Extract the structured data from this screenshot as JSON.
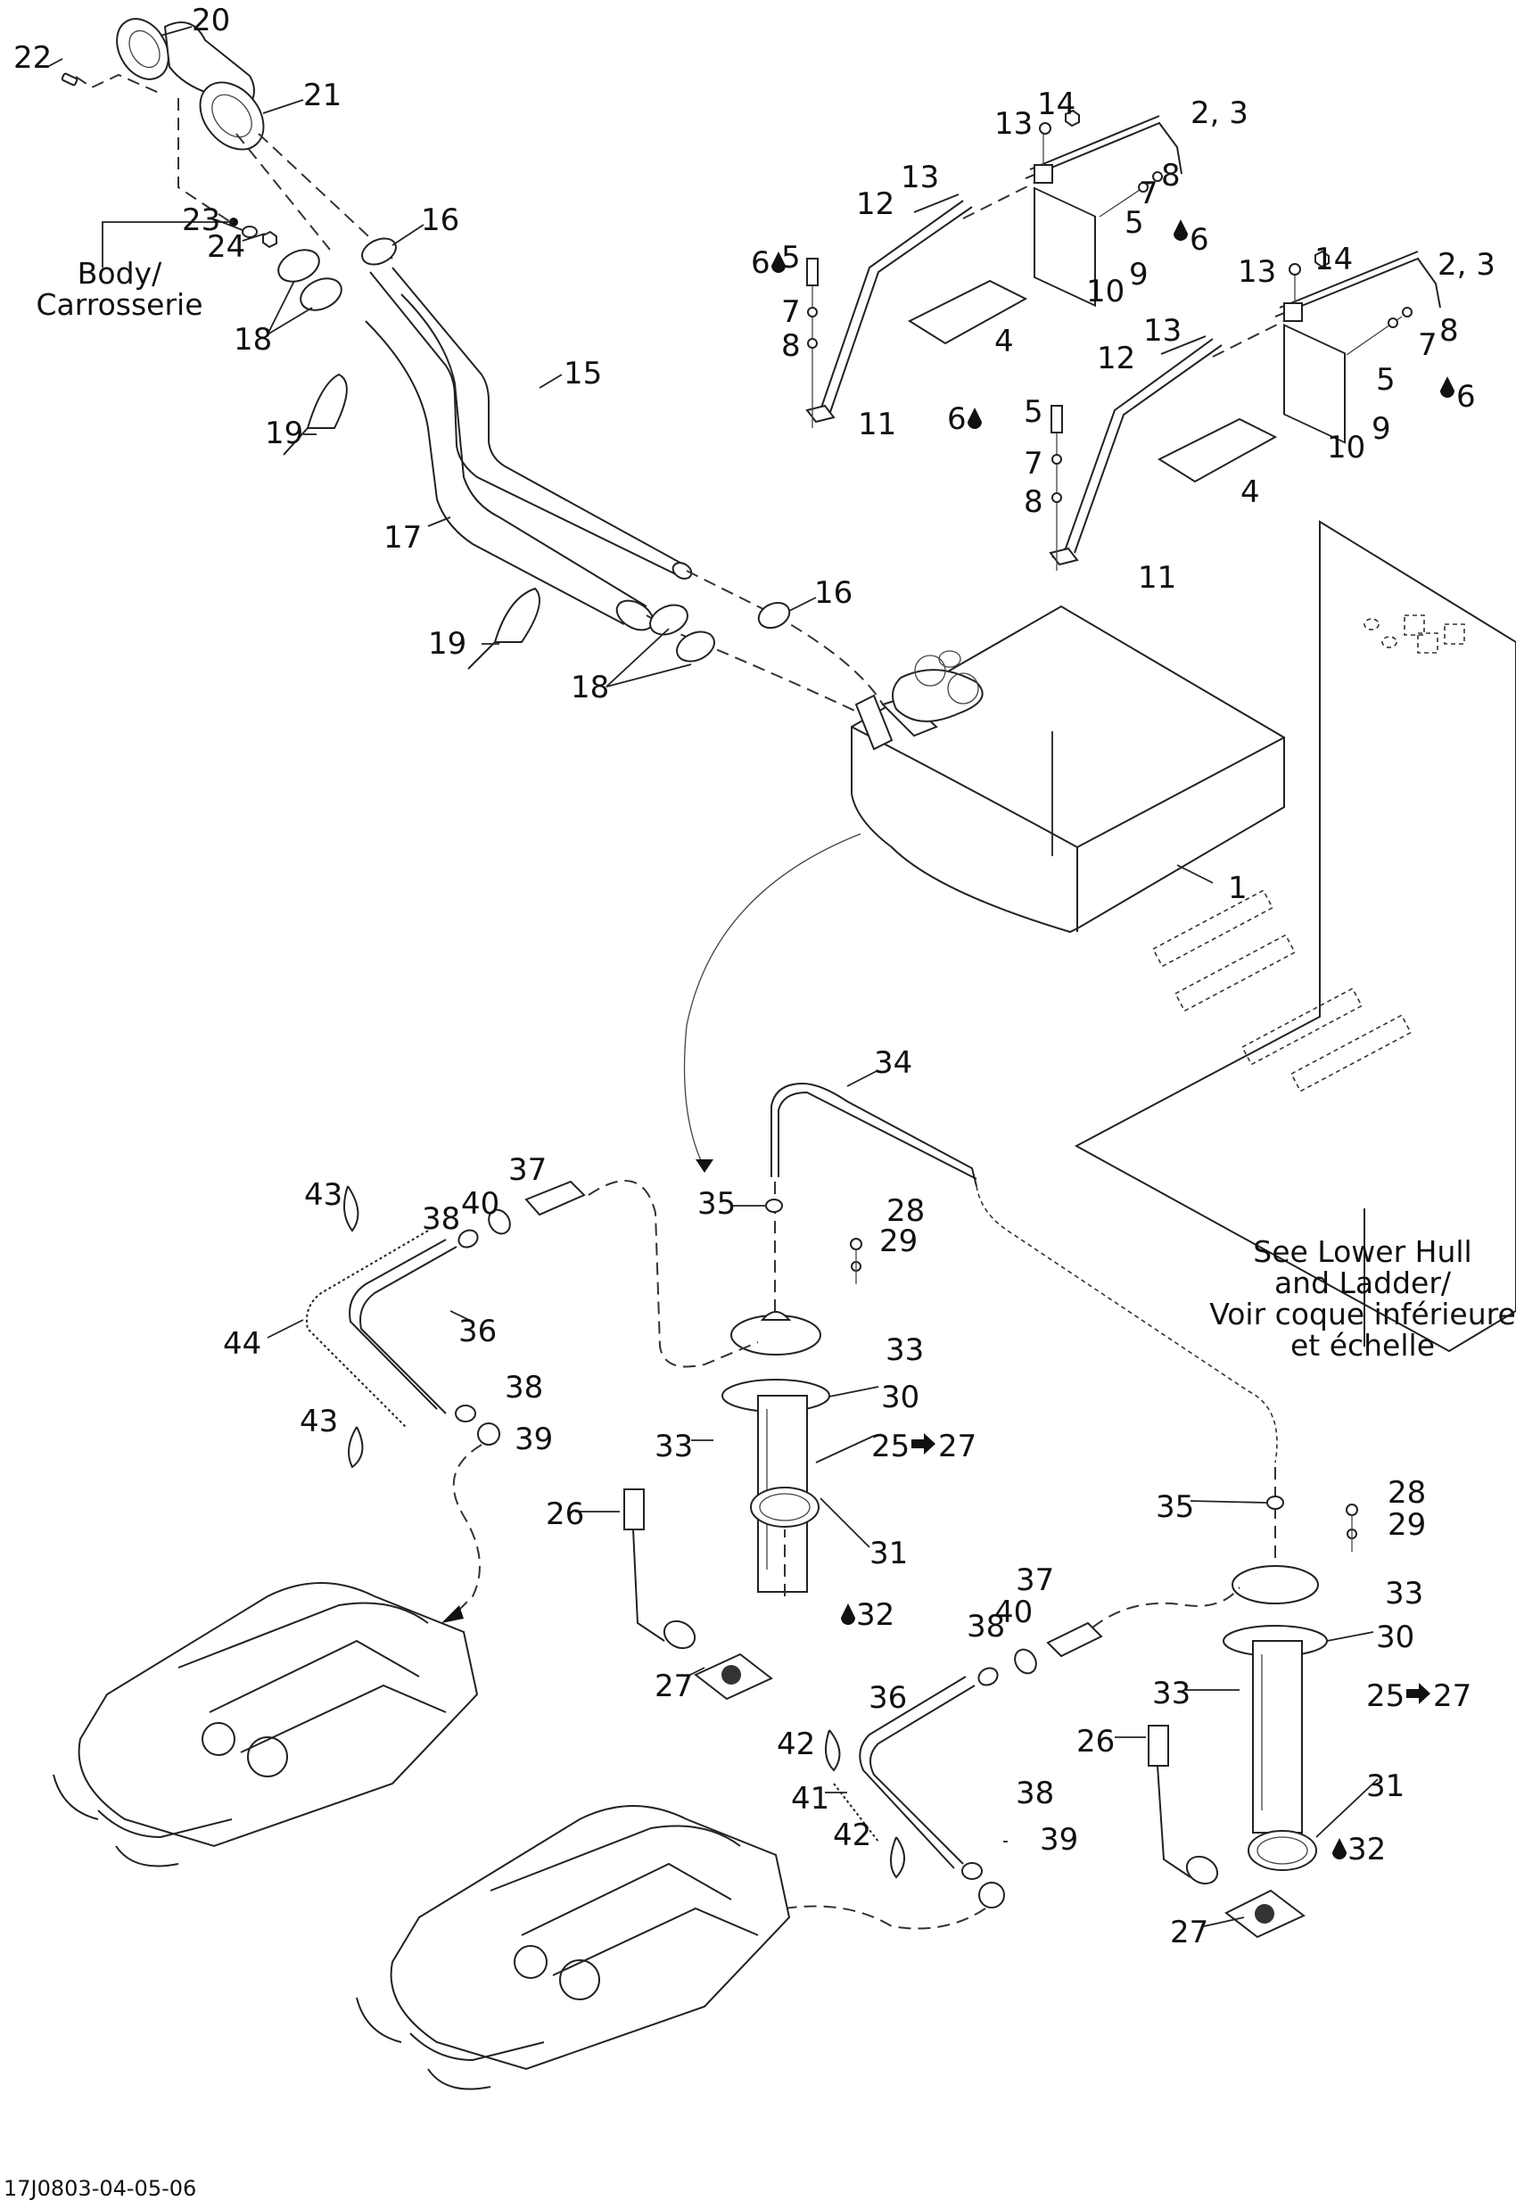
{
  "diagram": {
    "title": "Fuel system exploded parts diagram",
    "figure_code": "17J0803-04-05-06",
    "notes": {
      "body_en": "Body/",
      "body_fr": "Carrosserie",
      "hull_line1": "See Lower Hull",
      "hull_line2": "and Ladder/",
      "hull_line3": "Voir coque inférieure",
      "hull_line4": "et échelle"
    },
    "icons": {
      "drop": "lubricant-drop-icon",
      "arrow": "right-arrow-icon"
    },
    "callouts": [
      {
        "id": "c20",
        "text": "20"
      },
      {
        "id": "c22",
        "text": "22"
      },
      {
        "id": "c21",
        "text": "21"
      },
      {
        "id": "c23",
        "text": "23"
      },
      {
        "id": "c24",
        "text": "24"
      },
      {
        "id": "c16a",
        "text": "16"
      },
      {
        "id": "c18a",
        "text": "18"
      },
      {
        "id": "c15",
        "text": "15"
      },
      {
        "id": "c19a",
        "text": "19"
      },
      {
        "id": "c17",
        "text": "17"
      },
      {
        "id": "c19b",
        "text": "19"
      },
      {
        "id": "c16b",
        "text": "16"
      },
      {
        "id": "c18b",
        "text": "18"
      },
      {
        "id": "c14a",
        "text": "14"
      },
      {
        "id": "c13a",
        "text": "13"
      },
      {
        "id": "c23a",
        "text": "2, 3"
      },
      {
        "id": "c13b",
        "text": "13"
      },
      {
        "id": "c12a",
        "text": "12"
      },
      {
        "id": "c8a",
        "text": "8"
      },
      {
        "id": "c7a",
        "text": "7"
      },
      {
        "id": "c5a",
        "text": "5"
      },
      {
        "id": "c6a",
        "text": "6"
      },
      {
        "id": "c6b",
        "text": "6"
      },
      {
        "id": "c5b",
        "text": "5"
      },
      {
        "id": "c7b",
        "text": "7"
      },
      {
        "id": "c8b",
        "text": "8"
      },
      {
        "id": "c11a",
        "text": "11"
      },
      {
        "id": "c4a",
        "text": "4"
      },
      {
        "id": "c9a",
        "text": "9"
      },
      {
        "id": "c10a",
        "text": "10"
      },
      {
        "id": "c14b",
        "text": "14"
      },
      {
        "id": "c13c",
        "text": "13"
      },
      {
        "id": "c23b",
        "text": "2, 3"
      },
      {
        "id": "c13d",
        "text": "13"
      },
      {
        "id": "c12b",
        "text": "12"
      },
      {
        "id": "c8c",
        "text": "8"
      },
      {
        "id": "c7c",
        "text": "7"
      },
      {
        "id": "c5c",
        "text": "5"
      },
      {
        "id": "c6c",
        "text": "6"
      },
      {
        "id": "c6d",
        "text": "6"
      },
      {
        "id": "c5d",
        "text": "5"
      },
      {
        "id": "c7d",
        "text": "7"
      },
      {
        "id": "c8d",
        "text": "8"
      },
      {
        "id": "c11b",
        "text": "11"
      },
      {
        "id": "c4b",
        "text": "4"
      },
      {
        "id": "c9b",
        "text": "9"
      },
      {
        "id": "c10b",
        "text": "10"
      },
      {
        "id": "c1",
        "text": "1"
      },
      {
        "id": "c34",
        "text": "34"
      },
      {
        "id": "c37a",
        "text": "37"
      },
      {
        "id": "c43a",
        "text": "43"
      },
      {
        "id": "c40a",
        "text": "40"
      },
      {
        "id": "c38a",
        "text": "38"
      },
      {
        "id": "c35a",
        "text": "35"
      },
      {
        "id": "c28a",
        "text": "28"
      },
      {
        "id": "c29a",
        "text": "29"
      },
      {
        "id": "c44",
        "text": "44"
      },
      {
        "id": "c36a",
        "text": "36"
      },
      {
        "id": "c33a",
        "text": "33"
      },
      {
        "id": "c30a",
        "text": "30"
      },
      {
        "id": "c38b",
        "text": "38"
      },
      {
        "id": "c43b",
        "text": "43"
      },
      {
        "id": "c39a",
        "text": "39"
      },
      {
        "id": "c33b",
        "text": "33"
      },
      {
        "id": "c2527a",
        "text": "25"
      },
      {
        "id": "c2527a_to",
        "text": "27"
      },
      {
        "id": "c26a",
        "text": "26"
      },
      {
        "id": "c31a",
        "text": "31"
      },
      {
        "id": "c32a",
        "text": "32"
      },
      {
        "id": "c27a",
        "text": "27"
      },
      {
        "id": "c37b",
        "text": "37"
      },
      {
        "id": "c35b",
        "text": "35"
      },
      {
        "id": "c28b",
        "text": "28"
      },
      {
        "id": "c29b",
        "text": "29"
      },
      {
        "id": "c33c",
        "text": "33"
      },
      {
        "id": "c38c",
        "text": "38"
      },
      {
        "id": "c40b",
        "text": "40"
      },
      {
        "id": "c30b",
        "text": "30"
      },
      {
        "id": "c36b",
        "text": "36"
      },
      {
        "id": "c33d",
        "text": "33"
      },
      {
        "id": "c2527b",
        "text": "25"
      },
      {
        "id": "c2527b_to",
        "text": "27"
      },
      {
        "id": "c26b",
        "text": "26"
      },
      {
        "id": "c42a",
        "text": "42"
      },
      {
        "id": "c41",
        "text": "41"
      },
      {
        "id": "c38d",
        "text": "38"
      },
      {
        "id": "c31b",
        "text": "31"
      },
      {
        "id": "c42b",
        "text": "42"
      },
      {
        "id": "c39b",
        "text": "39"
      },
      {
        "id": "c32b",
        "text": "32"
      },
      {
        "id": "c27b",
        "text": "27"
      }
    ]
  }
}
